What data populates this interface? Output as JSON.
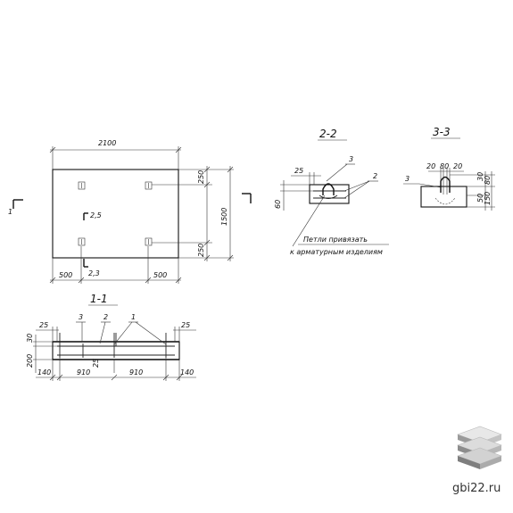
{
  "plan": {
    "length": "2100",
    "width": "1500",
    "edge_left": "500",
    "edge_right": "500",
    "edge_top": "250",
    "edge_bottom": "250",
    "loop_offset_a": "2,5",
    "loop_offset_b": "2,3",
    "section_mark_1": "1"
  },
  "section_1": {
    "title": "1-1",
    "callout_3": "3",
    "callout_2": "2",
    "callout_1": "1",
    "dim_top_left": "25",
    "dim_top_right": "25",
    "dim_left_small": "30",
    "dim_height": "200",
    "dim_center": "25",
    "dim_bottom": [
      "140",
      "910",
      "910",
      "140"
    ]
  },
  "section_2": {
    "title": "2-2",
    "callout_3": "3",
    "callout_2": "2",
    "dim_25": "25",
    "dim_60": "60",
    "note_line1": "Петли привязать",
    "note_line2": "к арматурным изделиям"
  },
  "section_3": {
    "title": "3-3",
    "callout_3": "3",
    "dim_top": [
      "20",
      "80",
      "20"
    ],
    "dim_right": [
      "30",
      "80",
      "50",
      "150"
    ]
  },
  "watermark": {
    "site": "gbi22.ru"
  }
}
